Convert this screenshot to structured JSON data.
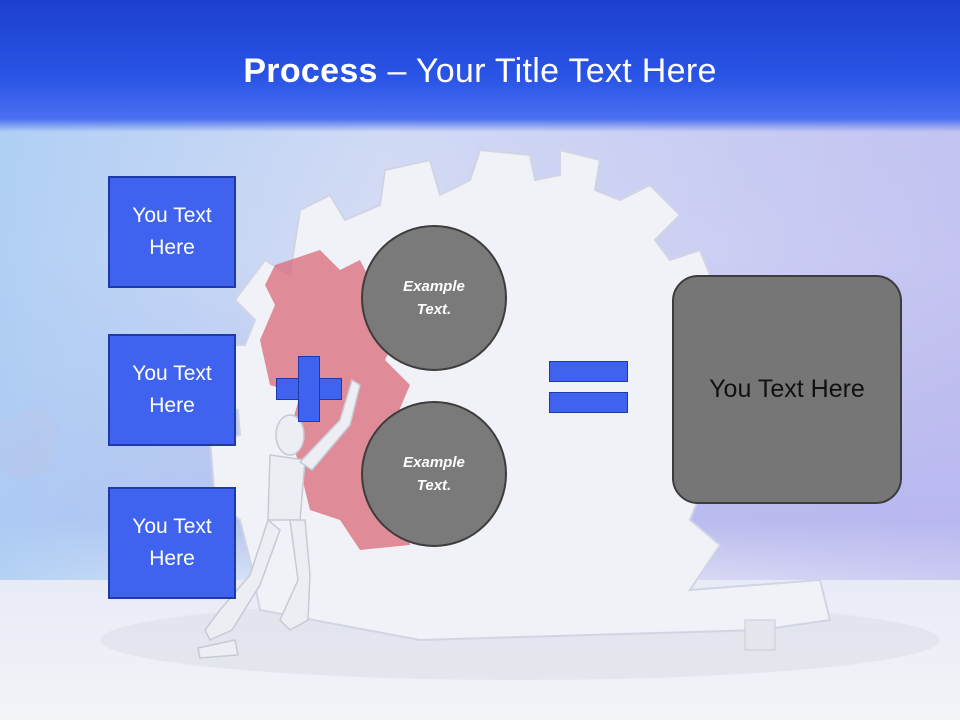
{
  "title": {
    "bold": "Process",
    "rest": " – Your Title Text Here"
  },
  "left_boxes": [
    {
      "label": "You Text Here"
    },
    {
      "label": "You Text Here"
    },
    {
      "label": "You Text Here"
    }
  ],
  "circles": [
    {
      "label": "Example Text."
    },
    {
      "label": "Example Text."
    }
  ],
  "result": {
    "label": "You Text Here"
  },
  "icons": {
    "operator_1": "plus-icon",
    "operator_2": "equals-icon"
  },
  "colors": {
    "title_bar": "#2447dc",
    "box_blue": "#3f63ee",
    "circle_gray": "#7a7a7a",
    "result_gray": "#767676"
  }
}
